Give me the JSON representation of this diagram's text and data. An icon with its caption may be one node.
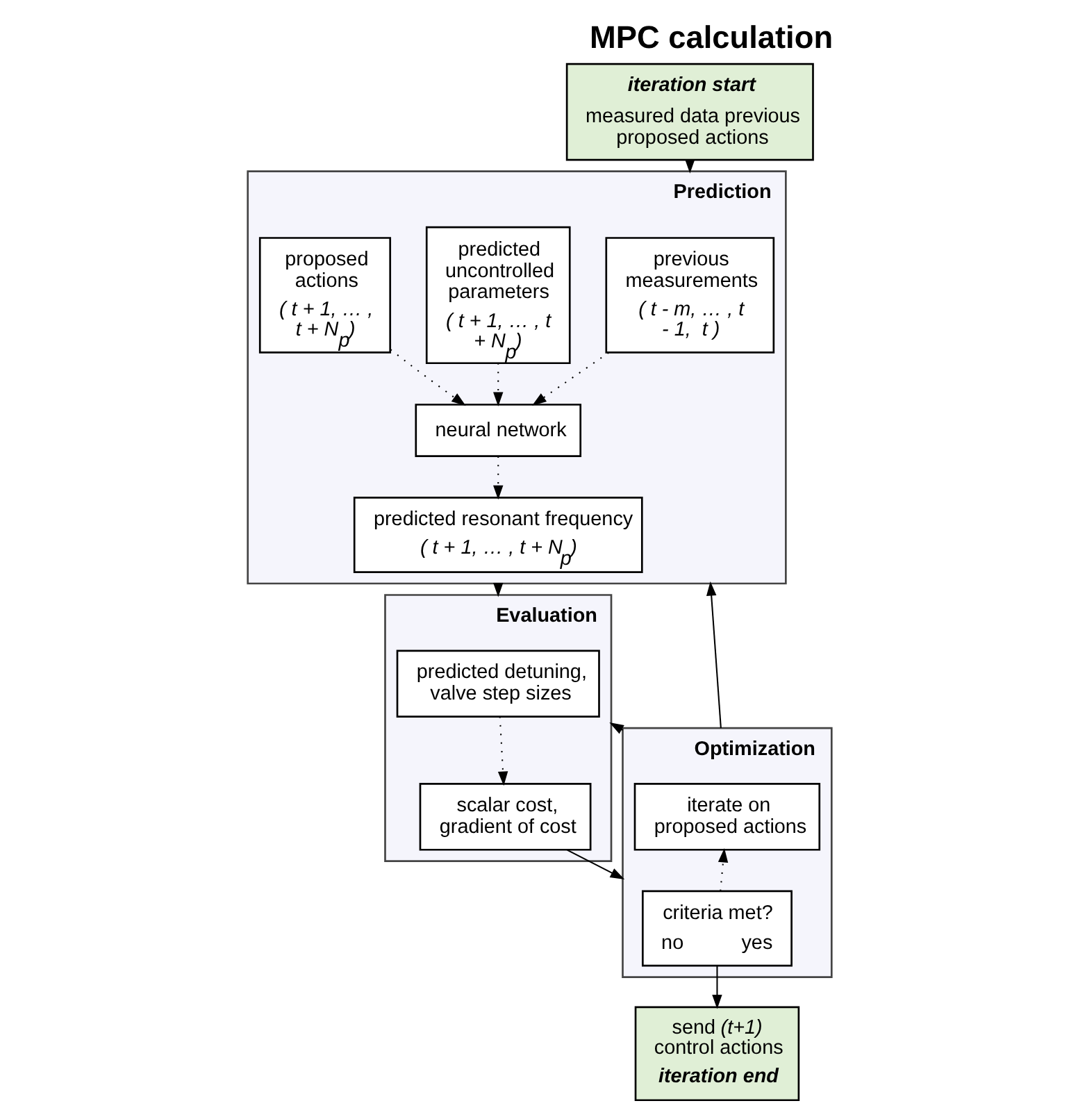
{
  "diagram": {
    "title": "MPC calculation",
    "nodes": [
      {
        "text": [
          "iteration start",
          "measured data previous proposed actions"
        ]
      },
      {
        "text": [
          "Prediction"
        ]
      },
      {
        "text": [
          "previous measurements",
          "( t - m, … , t - 1,  t )"
        ],
        "in": 1
      },
      {
        "text": [
          "predicted uncontrolled parameters",
          "( t + 1, … , t + N$_{p}$)"
        ],
        "in": 1
      },
      {
        "text": [
          "proposed actions",
          "( t + 1, … , t + N$_{p}$)"
        ],
        "in": 1
      },
      {
        "text": [
          "neural network"
        ],
        "in": 1
      },
      {
        "text": [
          "predicted resonant frequency",
          "( t + 1, … , t + N$_{p}$)"
        ],
        "in": 1
      },
      {
        "text": [
          "Evaluation"
        ]
      },
      {
        "text": [
          "predicted detuning, valve step sizes"
        ],
        "in": 7
      },
      {
        "text": [
          "scalar cost, gradient of cost"
        ],
        "in": 7
      },
      {
        "text": [
          "Optimization"
        ]
      },
      {
        "text": [
          "criteria met?",
          "no",
          "yes"
        ],
        "in": 10
      },
      {
        "text": [
          "iterate on proposed actions"
        ],
        "in": 10
      },
      {
        "text": [
          "send *(t+1)* control actions",
          "iteration end"
        ]
      }
    ],
    "edges": [
      {
        "from": 0,
        "to": 1,
        "arrow": "to",
        "style": "dashed"
      },
      {
        "from": 2,
        "to": 5,
        "arrow": "to",
        "style": "dashed"
      },
      {
        "from": 3,
        "to": 5,
        "arrow": "to",
        "style": "dashed"
      },
      {
        "from": 4,
        "to": 5,
        "arrow": "to",
        "style": "dashed"
      },
      {
        "from": 5,
        "to": 6,
        "arrow": "to",
        "style": "dashed"
      },
      {
        "from": 1,
        "to": 7,
        "arrow": "to"
      },
      {
        "from": 8,
        "to": 9,
        "arrow": "to",
        "style": "dashed"
      },
      {
        "from": 9,
        "to": 10,
        "arrow": "to"
      },
      {
        "from": 11,
        "to": 12,
        "arrow": "to",
        "style": "dashed"
      },
      {
        "from": 11,
        "to": 13,
        "arrow": "to"
      },
      {
        "from": 10,
        "to": 7,
        "arrow": "to"
      },
      {
        "from": 10,
        "to": 1,
        "arrow": "to"
      }
    ]
  }
}
